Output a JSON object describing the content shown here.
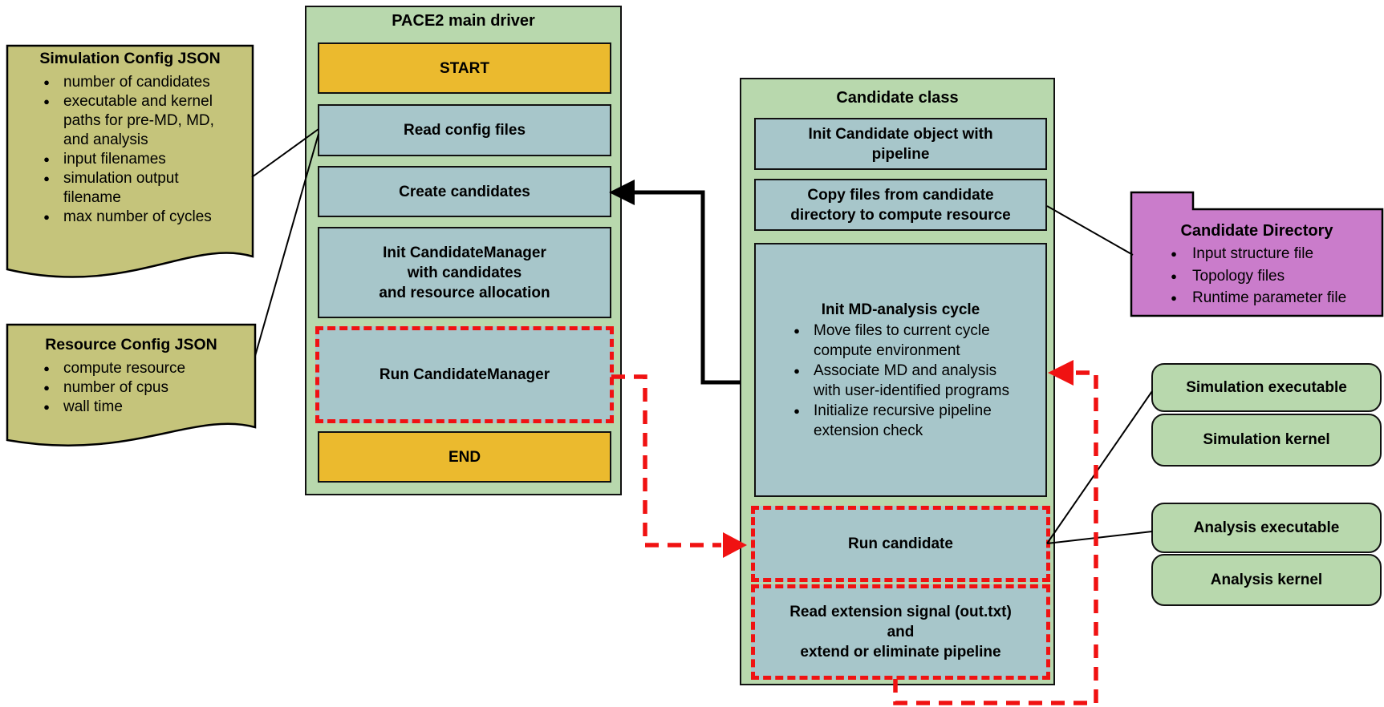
{
  "diagram": {
    "bullet_glyph": "●",
    "notes": {
      "simulation_config": {
        "title": "Simulation Config JSON",
        "items": [
          "number of candidates",
          "executable and kernel paths for pre-MD, MD, and analysis",
          "input filenames",
          "simulation output filename",
          "max number of cycles"
        ]
      },
      "resource_config": {
        "title": "Resource Config JSON",
        "items": [
          "compute resource",
          "number of cpus",
          "wall time"
        ]
      }
    },
    "main_driver": {
      "title": "PACE2 main driver",
      "start": "START",
      "read_config": "Read config files",
      "create_candidates": "Create candidates",
      "init_manager": "Init CandidateManager\nwith candidates\nand resource allocation",
      "run_manager": "Run CandidateManager",
      "end": "END"
    },
    "candidate_class": {
      "title": "Candidate class",
      "init_candidate": "Init Candidate object with\npipeline",
      "copy_files": "Copy files from candidate\ndirectory to compute resource",
      "cycle": {
        "title": "Init MD-analysis cycle",
        "items": [
          "Move files to current cycle compute environment",
          "Associate MD and analysis with user-identified programs",
          "Initialize recursive pipeline extension check"
        ]
      },
      "run_candidate": "Run candidate",
      "read_extension": "Read extension signal (out.txt)\nand\nextend or eliminate pipeline"
    },
    "candidate_directory": {
      "title": "Candidate Directory",
      "items": [
        "Input structure file",
        "Topology files",
        "Runtime parameter file"
      ]
    },
    "resources": {
      "simulation_executable": "Simulation executable",
      "simulation_kernel": "Simulation kernel",
      "analysis_executable": "Analysis executable",
      "analysis_kernel": "Analysis kernel"
    },
    "colors": {
      "note_fill": "#c5c47b",
      "container_fill": "#b8d8ad",
      "process_fill": "#a7c6ca",
      "terminal_fill": "#ebba2e",
      "folder_fill": "#ca7ccb",
      "resource_fill": "#b8d8ad",
      "dashed_accent": "#f01212",
      "line_color": "#000000"
    }
  }
}
